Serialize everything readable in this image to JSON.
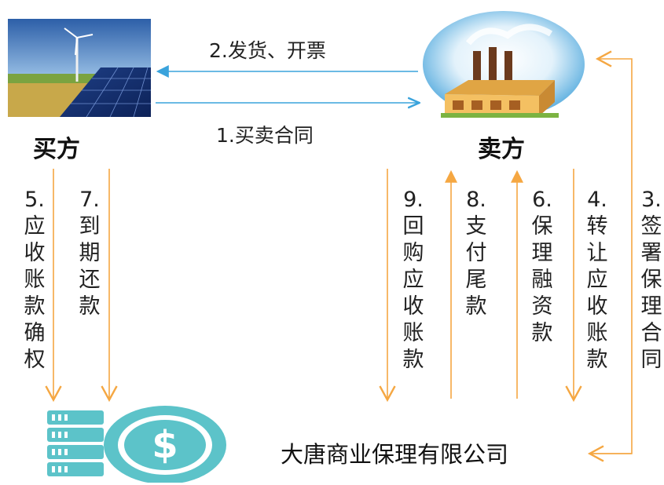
{
  "flow": {
    "step2": "2.发货、开票",
    "step1": "1.买卖合同"
  },
  "parties": {
    "buyer": "买方",
    "seller": "卖方",
    "factor": "大唐商业保理有限公司"
  },
  "steps": {
    "s5": "5.\n应\n收\n账\n款\n确\n权",
    "s7": "7.\n到\n期\n还\n款",
    "s9": "9.\n回\n购\n应\n收\n账\n款",
    "s8": "8.\n支\n付\n尾\n款",
    "s6": "6.\n保\n理\n融\n资\n款",
    "s4": "4.\n转\n让\n应\n收\n账\n款",
    "s3": "3.\n签\n署\n保\n理\n合\n同"
  },
  "colors": {
    "blue_arrow": "#3aa3dc",
    "orange_arrow": "#f5a742",
    "factor_icon": "#5cc3c9"
  },
  "icons": [
    "wind-solar-image",
    "factory-image",
    "dollar-coin-stack-icon"
  ]
}
